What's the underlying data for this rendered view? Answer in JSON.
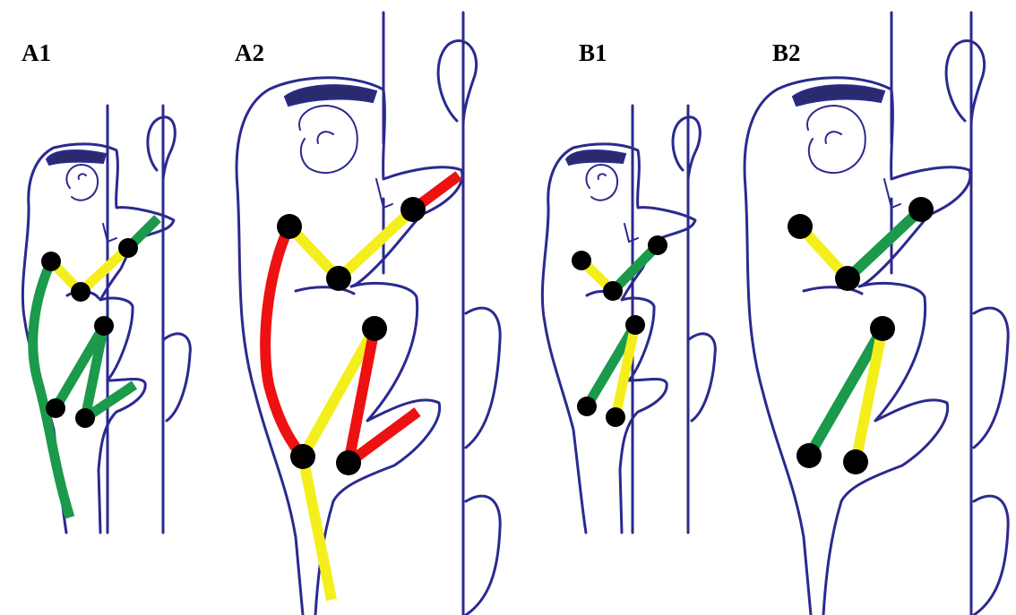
{
  "panels": [
    {
      "id": "a1",
      "label": "A1"
    },
    {
      "id": "a2",
      "label": "A2"
    },
    {
      "id": "b1",
      "label": "B1"
    },
    {
      "id": "b2",
      "label": "B2"
    }
  ],
  "colors": {
    "outline": "#2a2a8f",
    "green": "#1a9a4a",
    "yellow": "#f4ef1c",
    "red": "#ee1111",
    "joint": "#000000"
  }
}
